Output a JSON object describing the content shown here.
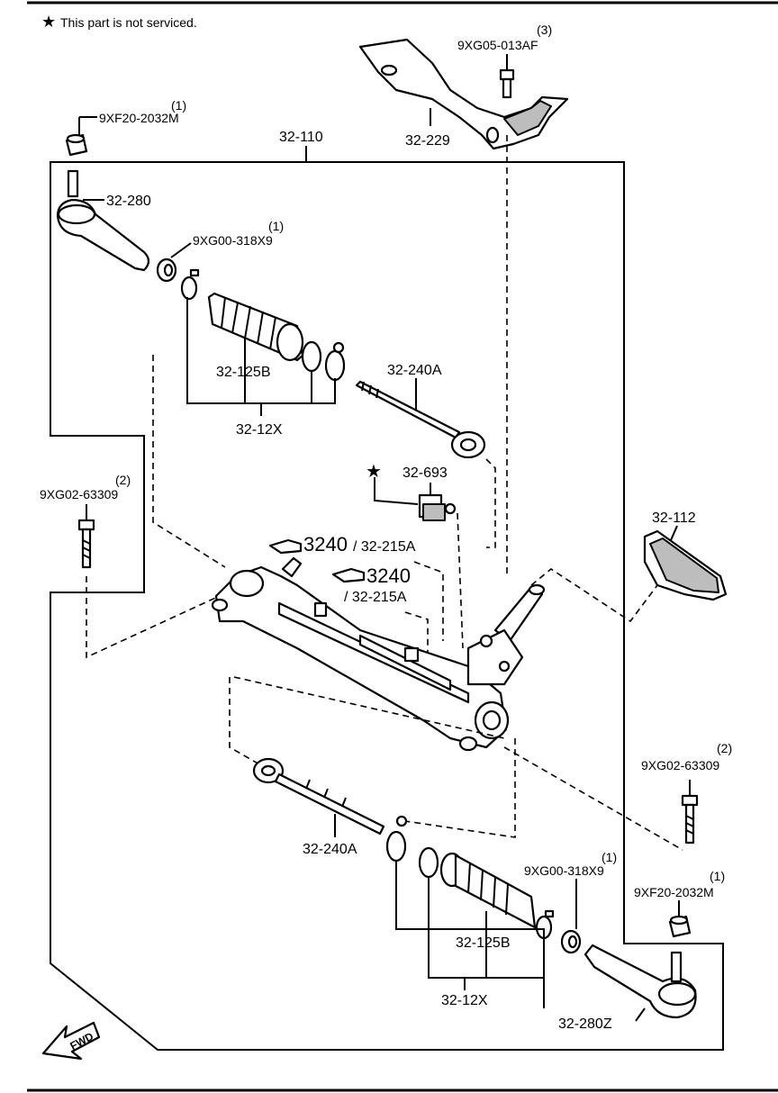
{
  "note": {
    "symbol": "★",
    "text": "This part is not serviced."
  },
  "labels": {
    "p_32_110": "32-110",
    "p_32_229": "32-229",
    "p_32_280": "32-280",
    "p_32_280z": "32-280Z",
    "p_32_125b_top": "32-125B",
    "p_32_125b_bottom": "32-125B",
    "p_32_12x_top": "32-12X",
    "p_32_12x_bottom": "32-12X",
    "p_32_240a_top": "32-240A",
    "p_32_240a_bottom": "32-240A",
    "p_32_693": "32-693",
    "p_32_112": "32-112",
    "bolt_top": "9XG05-013AF",
    "bolt_top_qty": "(3)",
    "nut_left": "9XF20-2032M",
    "nut_left_qty": "(1)",
    "nut_right": "9XF20-2032M",
    "nut_right_qty": "(1)",
    "nut_inner_top": "9XG00-318X9",
    "nut_inner_top_qty": "(1)",
    "nut_inner_bottom": "9XG00-318X9",
    "nut_inner_bottom_qty": "(1)",
    "bolt_left": "9XG02-63309",
    "bolt_left_qty": "(2)",
    "bolt_right": "9XG02-63309",
    "bolt_right_qty": "(2)",
    "ref1_big": "3240",
    "ref1_small": "/ 32-215A",
    "ref2_big": "3240",
    "ref2_small": "/ 32-215A",
    "fwd": "FWD",
    "star_marker": "★"
  }
}
